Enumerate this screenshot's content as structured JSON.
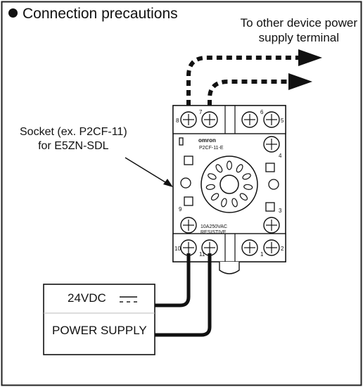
{
  "header": {
    "title": "Connection precautions",
    "bullet_icon": "filled-circle-icon"
  },
  "annotations": {
    "destination_line1": "To other device power",
    "destination_line2": "supply terminal",
    "socket_line1": "Socket (ex. P2CF-11)",
    "socket_line2": "for E5ZN-SDL"
  },
  "socket": {
    "brand": "omron",
    "model": "P2CF-11-E",
    "rating_line1": "10A250VAC",
    "rating_line2": "RESISTIVE",
    "terminals": [
      "8",
      "7",
      "6",
      "5",
      "4",
      "9",
      "3",
      "10",
      "11",
      "1",
      "2"
    ]
  },
  "power_supply": {
    "voltage": "24VDC",
    "dc_symbol": "dc-symbol-icon",
    "name": "POWER SUPPLY"
  },
  "colors": {
    "line": "#111111",
    "background": "#ffffff"
  }
}
